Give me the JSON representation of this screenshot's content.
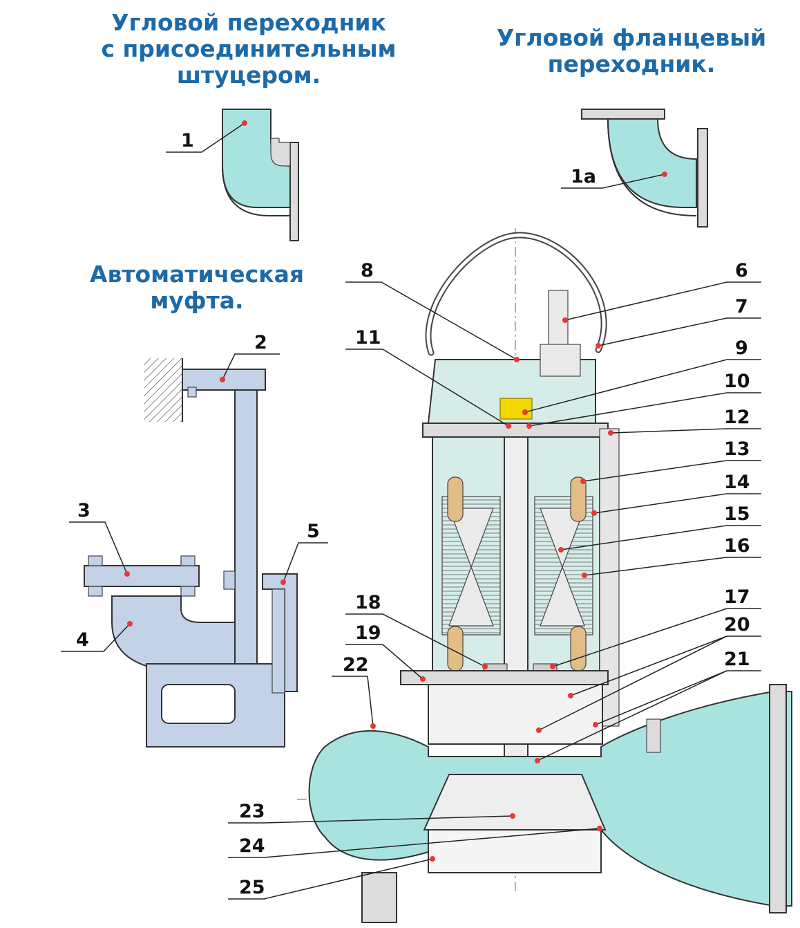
{
  "titles": {
    "elbow_adapter": [
      "Угловой переходник",
      "с присоединительным",
      "штуцером."
    ],
    "flange_adapter": [
      "Угловой фланцевый",
      "переходник."
    ],
    "auto_coupling": [
      "Автоматическая",
      "муфта."
    ]
  },
  "labels": [
    "1",
    "1а",
    "2",
    "3",
    "4",
    "5",
    "6",
    "7",
    "8",
    "9",
    "10",
    "11",
    "12",
    "13",
    "14",
    "15",
    "16",
    "17",
    "18",
    "19",
    "20",
    "21",
    "22",
    "23",
    "24",
    "25"
  ],
  "colors": {
    "title": "#1d6aa8",
    "fluid": "#a9e3df",
    "coupling": "#c3d2e6",
    "metal": "#dcdcdc",
    "winding": "#e2bd86",
    "marker": "#e53935"
  }
}
